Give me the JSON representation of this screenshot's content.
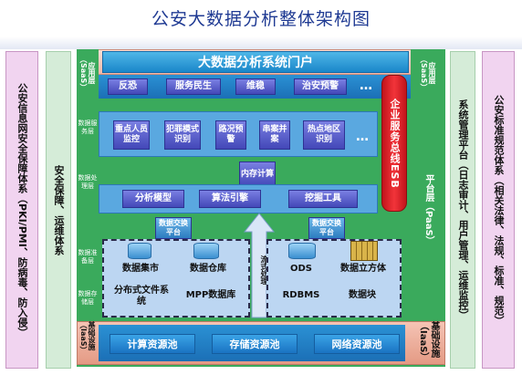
{
  "page_title": "公安大数据分析整体架构图",
  "left_outer": "公安信息网安全保障体系（PKI/PMI、防病毒、防入侵）",
  "left_inner": "安全保障、运维体系",
  "right_inner": "系统管理平台（日志审计、用户管理、运维监控）",
  "right_outer": "公安标准规范体系（相关法律、法规、标准、规范）",
  "app_layer_left": "应用层（SaaS）",
  "app_layer_right": "应用层（SaaS）",
  "portal": "大数据分析系统门户",
  "apps": [
    "反恐",
    "服务民生",
    "维稳",
    "治安预警"
  ],
  "dots": "…",
  "data_service_layer": "数据服务层",
  "services": [
    "重点人员监控",
    "犯罪模式识别",
    "路况预警",
    "串案并案",
    "热点地区识别"
  ],
  "esb": "企业服务总线ESB",
  "platform_layer": "平台层（PaaS）",
  "mem_compute": "内存计算",
  "data_process_layer": "数据处理层",
  "process": [
    "分析模型",
    "算法引擎",
    "挖掘工具"
  ],
  "exchange_left": "数据交换平台",
  "exchange_right": "数据交换平台",
  "data_prep_layer": "数据准备层",
  "data_storage_layer": "数据存储层",
  "stream": "流式处理",
  "storage_left": [
    "数据集市",
    "数据仓库",
    "分布式文件系统",
    "MPP数据库"
  ],
  "storage_right": [
    "ODS",
    "数据立方体",
    "RDBMS",
    "数据块"
  ],
  "infra_left": "基础设施（IaaS）",
  "infra_right": "基础设施（IaaS）",
  "infra": [
    "计算资源池",
    "存储资源池",
    "网络资源池"
  ]
}
